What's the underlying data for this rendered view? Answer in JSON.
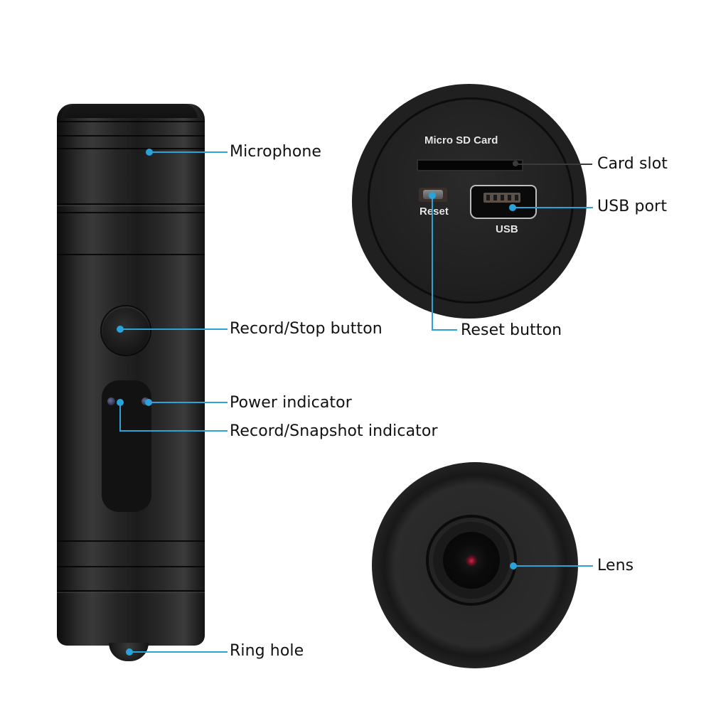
{
  "product": {
    "body_labels": {
      "microphone": "Microphone",
      "record_stop": "Record/Stop button",
      "power_indicator": "Power indicator",
      "record_snapshot_indicator": "Record/Snapshot indicator",
      "ring_hole": "Ring hole"
    },
    "rear_panel": {
      "engraved": {
        "micro_sd": "Micro SD Card",
        "reset": "Reset",
        "usb": "USB"
      },
      "labels": {
        "card_slot": "Card slot",
        "usb_port": "USB port",
        "reset_button": "Reset button"
      }
    },
    "front": {
      "labels": {
        "lens": "Lens"
      }
    }
  },
  "colors": {
    "leader_blue": "#29a3d9",
    "leader_dark": "#3a3a3a",
    "label_text": "#111111",
    "background": "#ffffff",
    "body_black": "#1c1c1c"
  }
}
